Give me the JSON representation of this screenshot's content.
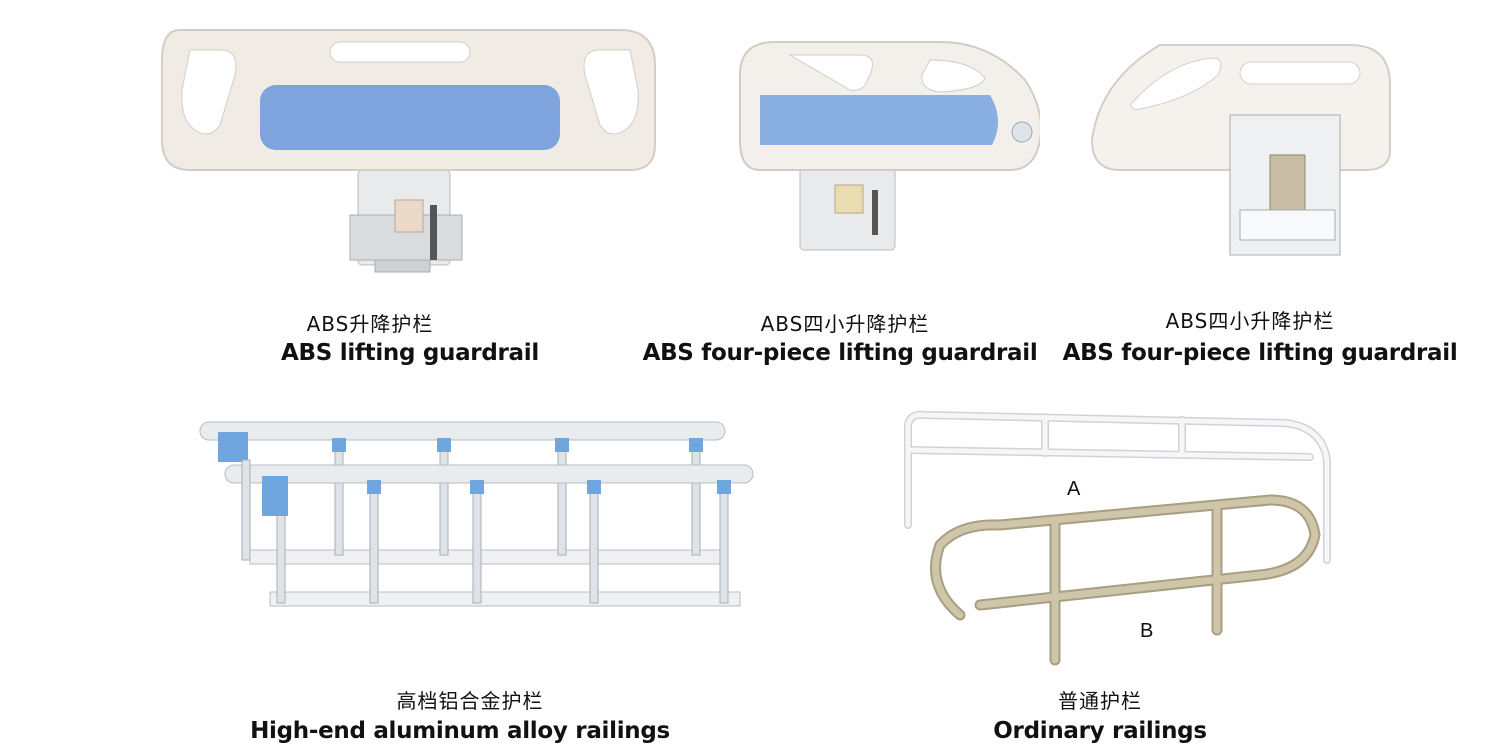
{
  "products": [
    {
      "cn": "ABS升降护栏",
      "en": "ABS lifting guardrail"
    },
    {
      "cn": "ABS四小升降护栏",
      "en": "ABS four-piece lifting guardrail"
    },
    {
      "cn": "ABS四小升降护栏",
      "en": "ABS four-piece lifting guardrail"
    },
    {
      "cn": "高档铝合金护栏",
      "en": "High-end aluminum alloy railings"
    },
    {
      "cn": "普通护栏",
      "en": "Ordinary railings",
      "labels": [
        "A",
        "B"
      ]
    }
  ],
  "colors": {
    "abs_body": "#f1ebe6",
    "abs_panel": "#7fa3dc",
    "latch": "#ead9c8",
    "aluminum": "#dfe3e8",
    "blue_clip": "#6fa6dd",
    "beige_rail": "#c9bfa2",
    "white_rail": "#f4f4f4"
  }
}
